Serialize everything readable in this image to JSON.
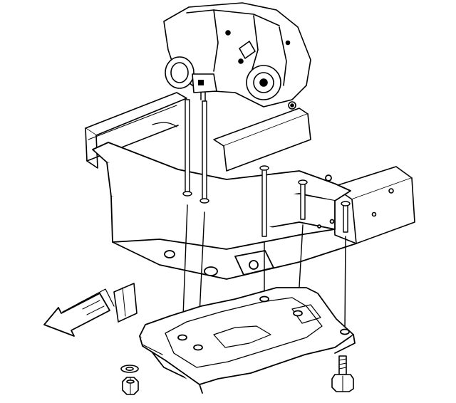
{
  "diagram": {
    "kind": "exploded-assembly-line-drawing",
    "colors": {
      "ink": "#000000",
      "paper": "#ffffff"
    },
    "parts": [
      {
        "id": "transfer-case",
        "icon": "transfer-case-housing"
      },
      {
        "id": "mount-studs",
        "icon": "stud"
      },
      {
        "id": "frame-crossmember",
        "icon": "crossmember"
      },
      {
        "id": "frame-rails",
        "icon": "frame-rail"
      },
      {
        "id": "skid-plate",
        "icon": "skid-plate"
      },
      {
        "id": "nut-and-washer",
        "icon": "nut"
      },
      {
        "id": "bolt",
        "icon": "bolt"
      },
      {
        "id": "direction-arrow",
        "icon": "front-arrow"
      }
    ]
  }
}
